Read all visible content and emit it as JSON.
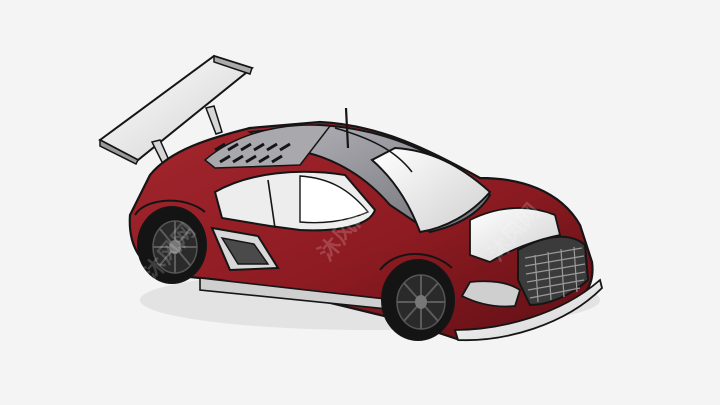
{
  "scene": {
    "subject": "car-3d-model",
    "colors": {
      "background": "#f4f4f4",
      "body_red": "#8e1b22",
      "body_red_dark": "#5e0f15",
      "glass_grey": "#8c8c93",
      "panel_white": "#f2f2f2",
      "outline": "#151515",
      "tire": "#141414",
      "rim": "#2a2a2a"
    }
  },
  "watermark": {
    "text_1": "沐风网",
    "text_2": "沐风网",
    "text_3": "沐风网"
  }
}
